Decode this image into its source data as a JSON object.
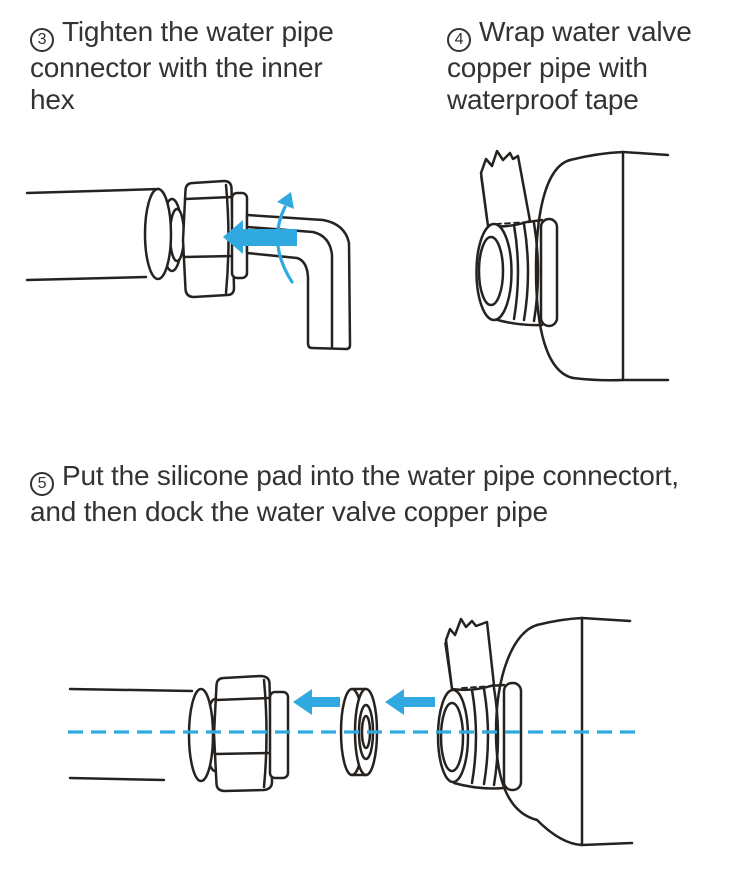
{
  "colors": {
    "accent_blue": "#2fa9e0",
    "line_art": "#26221f",
    "text_color": "#333333",
    "background": "#ffffff"
  },
  "steps": [
    {
      "number": "3",
      "text": "Tighten the water pipe\nconnector with the inner\nhex"
    },
    {
      "number": "4",
      "text": "Wrap water valve\ncopper pipe with\nwaterproof tape"
    },
    {
      "number": "5",
      "text": "Put the silicone pad into the water pipe connectort,\nand then dock the water valve copper pipe"
    }
  ],
  "figures": {
    "step3": {
      "name": "pipe-connector-hex-key-figure"
    },
    "step4": {
      "name": "valve-copper-pipe-tape-figure"
    },
    "step5": {
      "name": "silicone-pad-docking-figure"
    }
  }
}
